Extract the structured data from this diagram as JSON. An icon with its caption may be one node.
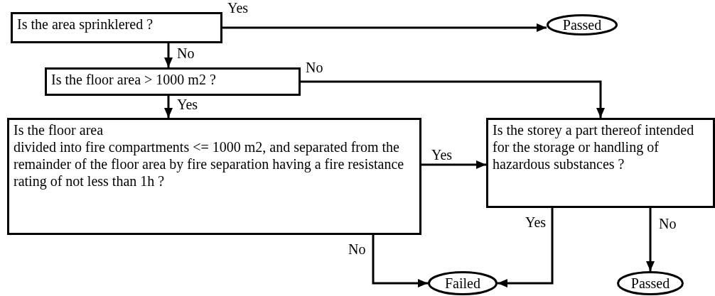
{
  "diagram": {
    "nodes": [
      {
        "text": [
          "Is the area sprinklered ?"
        ]
      },
      {
        "text": [
          "Passed"
        ]
      },
      {
        "text": [
          "Is the floor area > 1000 m2 ?"
        ]
      },
      {
        "text": [
          "Is the floor area",
          "divided into fire compartments <= 1000 m2, and separated from the remainder of the floor area by fire separation having a fire resistance rating of not less than 1h ?"
        ]
      },
      {
        "text": [
          "Is the storey a part thereof intended for the storage or handling of hazardous substances ?"
        ]
      },
      {
        "text": [
          "Failed"
        ]
      },
      {
        "text": [
          "Passed"
        ]
      }
    ],
    "edges": [
      {
        "from": 0,
        "to": 1,
        "arrow": "to",
        "label": "Yes"
      },
      {
        "from": 0,
        "to": 2,
        "arrow": "to",
        "label": "No"
      },
      {
        "from": 2,
        "to": 4,
        "arrow": "to",
        "label": "No"
      },
      {
        "from": 2,
        "to": 3,
        "arrow": "to",
        "label": "Yes"
      },
      {
        "from": 3,
        "to": 4,
        "arrow": "to",
        "label": "Yes"
      },
      {
        "from": 3,
        "to": 5,
        "arrow": "to",
        "label": "No"
      },
      {
        "from": 4,
        "to": 5,
        "arrow": "to",
        "label": "Yes"
      },
      {
        "from": 4,
        "to": 6,
        "arrow": "to",
        "label": "No"
      }
    ]
  }
}
